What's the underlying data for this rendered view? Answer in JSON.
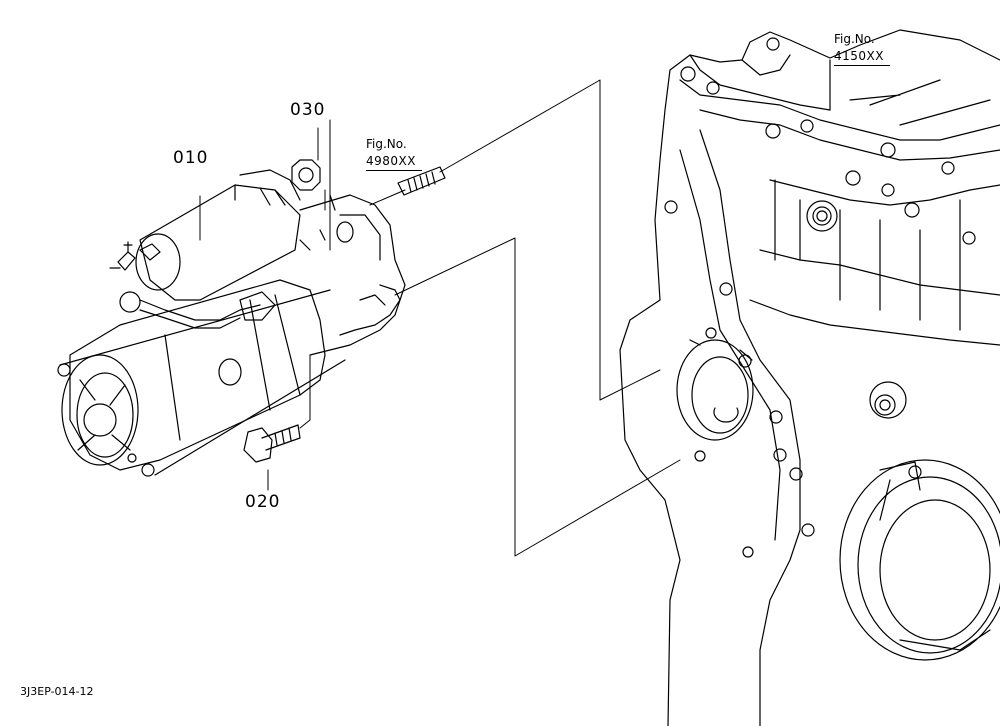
{
  "callouts": {
    "part_010": "010",
    "part_020": "020",
    "part_030": "030"
  },
  "fig_refs": {
    "stud": {
      "title": "Fig.No.",
      "number": "4980XX"
    },
    "case": {
      "title": "Fig.No.",
      "number": "4150XX"
    }
  },
  "drawing_code": "3J3EP-014-12",
  "colors": {
    "line": "#000000",
    "paper": "#ffffff"
  }
}
